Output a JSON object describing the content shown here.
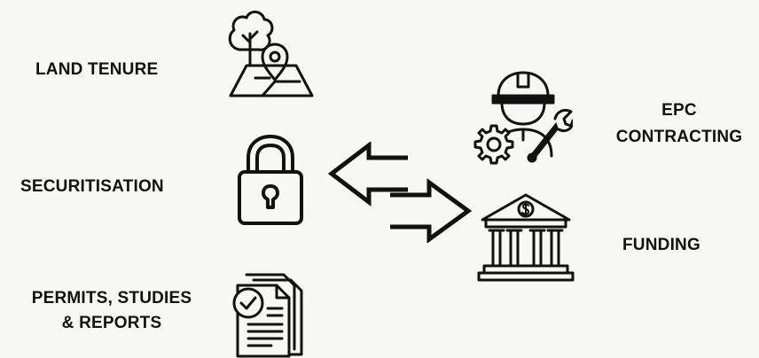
{
  "left_items": [
    {
      "lines": [
        "LAND TENURE"
      ],
      "icon": "land-map-pin-icon"
    },
    {
      "lines": [
        "SECURITISATION"
      ],
      "icon": "padlock-icon"
    },
    {
      "lines": [
        "PERMITS, STUDIES",
        "& REPORTS"
      ],
      "icon": "documents-check-icon"
    }
  ],
  "right_items": [
    {
      "lines": [
        "EPC",
        "CONTRACTING"
      ],
      "icon": "worker-gear-wrench-icon"
    },
    {
      "lines": [
        "FUNDING"
      ],
      "icon": "bank-dollar-icon"
    }
  ],
  "center_icon": "bidirectional-arrows-icon",
  "colors": {
    "ink": "#111111",
    "background": "#f7f7f5"
  }
}
